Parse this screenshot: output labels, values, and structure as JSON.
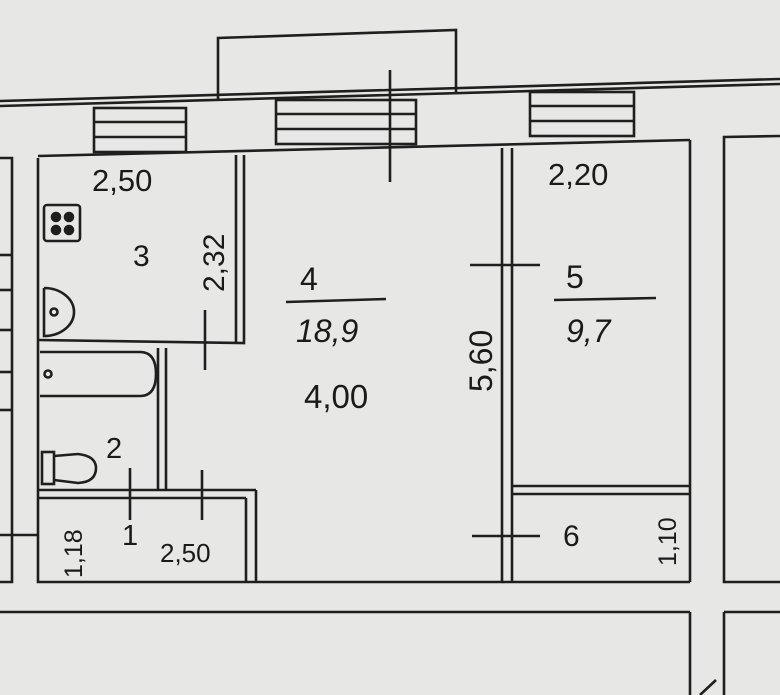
{
  "plan": {
    "rooms": [
      {
        "number": "1",
        "width": "2,50",
        "depth": "1,18"
      },
      {
        "number": "2"
      },
      {
        "number": "3",
        "width": "2,50",
        "depth": "2,32"
      },
      {
        "number": "4",
        "area": "18,9",
        "width": "4,00"
      },
      {
        "number": "5",
        "area": "9,7",
        "width": "2,20",
        "depth": "5,60"
      },
      {
        "number": "6",
        "depth": "1,10"
      }
    ],
    "fixtures": [
      "stove-icon",
      "washbasin-icon",
      "bathtub-icon",
      "toilet-icon"
    ],
    "colors": {
      "paper": "#e7e7e5",
      "line": "#1f1f1f"
    }
  }
}
